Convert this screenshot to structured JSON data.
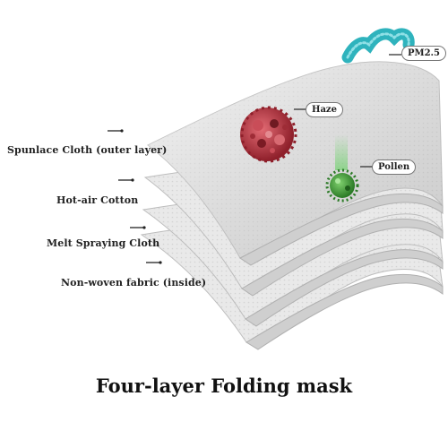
{
  "title": "Four-layer Folding mask",
  "layers": [
    {
      "label": "Spunlace Cloth (outer layer)"
    },
    {
      "label": "Hot-air Cotton"
    },
    {
      "label": "Melt Spraying Cloth"
    },
    {
      "label": "Non-woven fabric (inside)"
    }
  ],
  "particles": [
    {
      "label": "PM2.5",
      "icon": "pm25-particle-icon",
      "color": "#2fb3bd"
    },
    {
      "label": "Haze",
      "icon": "haze-particle-icon",
      "color": "#b8343f"
    },
    {
      "label": "Pollen",
      "icon": "pollen-particle-icon",
      "color": "#3f9a3a"
    }
  ],
  "colors": {
    "sheet": "#e6e6e6",
    "sheet_edge": "#bdbdbd",
    "text": "#222222"
  }
}
